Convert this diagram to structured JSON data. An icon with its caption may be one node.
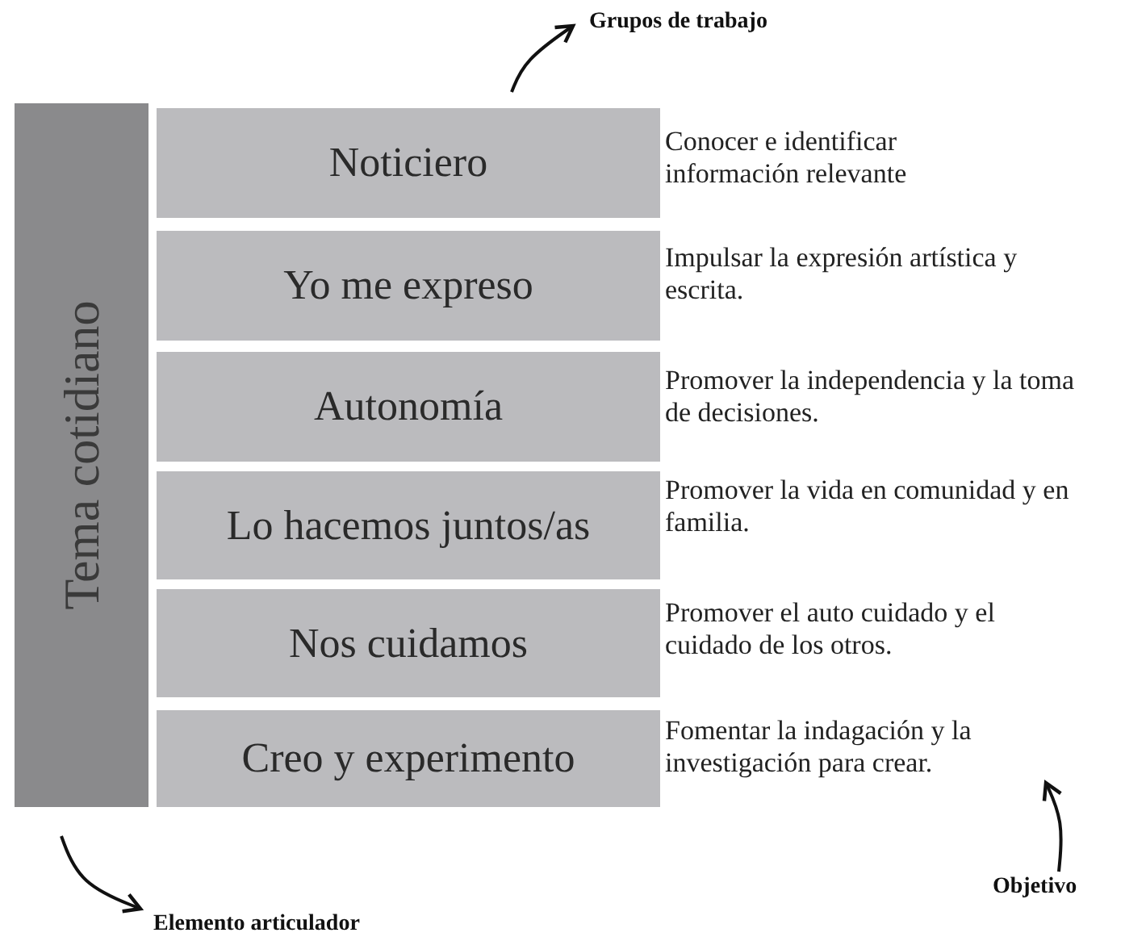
{
  "diagram": {
    "nodes": [
      {
        "text": [
          "Tema cotidiano"
        ]
      },
      {
        "text": [
          "Noticiero"
        ],
        "beside": [
          "Conocer e identificar información relevante"
        ]
      },
      {
        "text": [
          "Yo me expreso"
        ],
        "beside": [
          "Impulsar la expresión artística y escrita."
        ]
      },
      {
        "text": [
          "Autonomía"
        ],
        "beside": [
          "Promover la independencia y la toma de decisiones."
        ]
      },
      {
        "text": [
          "Lo hacemos juntos/as"
        ],
        "beside": [
          "Promover la vida en comunidad y en familia."
        ]
      },
      {
        "text": [
          "Nos cuidamos"
        ],
        "beside": [
          "Promover el auto cuidado y el cuidado de los otros."
        ]
      },
      {
        "text": [
          "Creo y experimento"
        ],
        "beside": [
          "Fomentar la indagación y la investigación para crear."
        ]
      },
      {
        "text": [
          "Grupos de trabajo"
        ]
      },
      {
        "text": [
          "Elemento articulador"
        ]
      },
      {
        "text": [
          "Objetivo"
        ]
      }
    ],
    "edges": [
      {
        "from": 1,
        "to": 7,
        "arrow": "to"
      },
      {
        "from": 0,
        "to": 8,
        "arrow": "to"
      },
      {
        "from": 9,
        "to": 6,
        "arrow": "to"
      }
    ]
  }
}
